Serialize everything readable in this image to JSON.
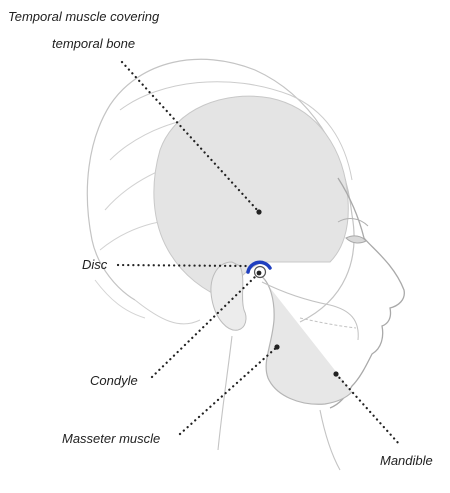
{
  "labels": {
    "temporal_line1": "Temporal muscle covering",
    "temporal_line2": "temporal bone",
    "disc": "Disc",
    "condyle": "Condyle",
    "masseter": "Masseter muscle",
    "mandible": "Mandible"
  },
  "colors": {
    "outline": "#b5b5b5",
    "skull_fill": "#e4e4e4",
    "leader_dots": "#222222",
    "disc_highlight": "#1f3fbf"
  }
}
